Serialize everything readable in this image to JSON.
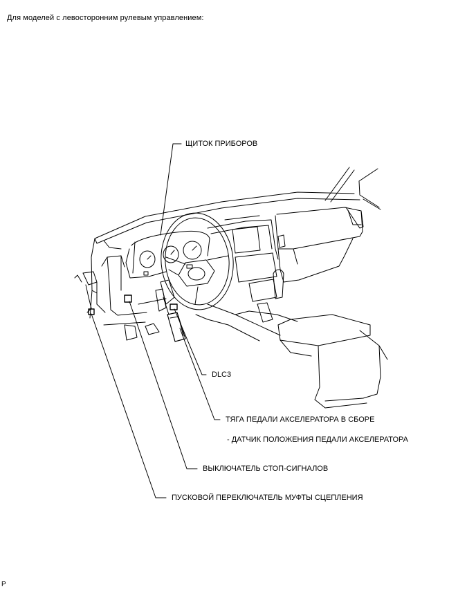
{
  "header": {
    "caption": "Для моделей с левосторонним рулевым управлением:"
  },
  "labels": {
    "instrument_cluster": "ЩИТОК ПРИБОРОВ",
    "dlc3": "DLC3",
    "accelerator_pedal_rod": "ТЯГА ПЕДАЛИ АКСЕЛЕРАТОРА В СБОРЕ",
    "accelerator_position_sensor": "- ДАТЧИК ПОЛОЖЕНИЯ ПЕДАЛИ АКСЕЛЕРАТОРА",
    "stop_lamp_switch": "ВЫКЛЮЧАТЕЛЬ СТОП-СИГНАЛОВ",
    "clutch_start_switch": "ПУСКОВОЙ ПЕРЕКЛЮЧАТЕЛЬ МУФТЫ СЦЕПЛЕНИЯ"
  },
  "footer": {
    "code": "P"
  }
}
